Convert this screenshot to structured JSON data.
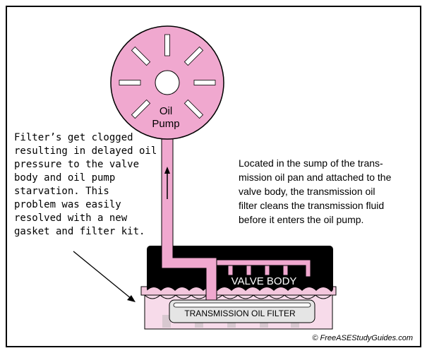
{
  "pump": {
    "label_line1": "Oil",
    "label_line2": "Pump",
    "fill_color": "#f0a8cf",
    "stroke_color": "#000000"
  },
  "valve_body": {
    "label": "VALVE BODY",
    "fill_color": "#000000",
    "text_color": "#ffffff"
  },
  "filter": {
    "label": "TRANSMISSION OIL FILTER",
    "fill_color": "#e5e5e5"
  },
  "oil_pan": {
    "fill_color": "#f7dbea"
  },
  "note_left": {
    "lines": [
      "Filter’s get clogged",
      "resulting in delayed oil",
      "pressure to the valve",
      "body and oil pump",
      "starvation. This",
      "problem was easily",
      "resolved with a new",
      "gasket and filter kit."
    ]
  },
  "note_right": {
    "lines": [
      "Located in the sump of the trans-",
      "mission oil pan and attached to the",
      "valve body, the transmission oil",
      "filter cleans the transmission fluid",
      "before it enters the oil pump."
    ]
  },
  "copyright": "© FreeASEStudyGuides.com"
}
